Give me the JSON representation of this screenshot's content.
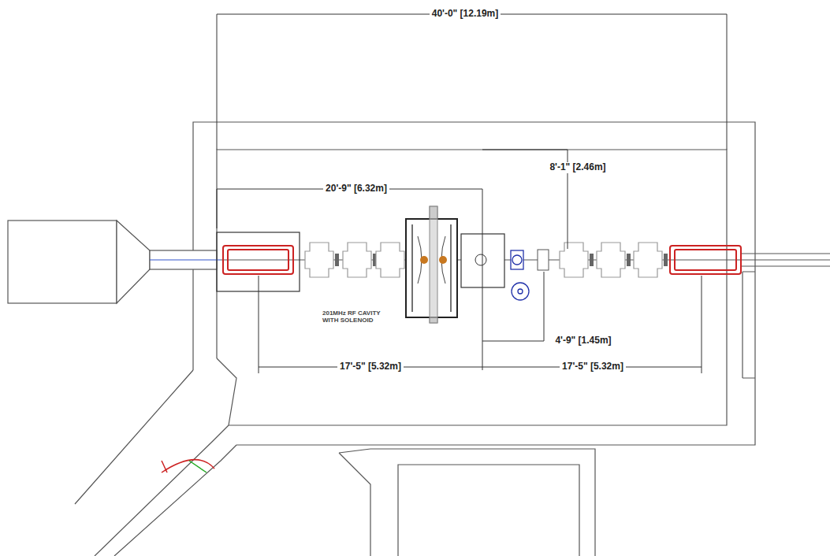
{
  "diagram": {
    "labels": [
      "40'-0\" [12.19m]",
      "8'-1\" [2.46m]",
      "20'-9\" [6.32m]",
      "201MHz RF CAVITY WITH SOLENOID",
      "4'-9\" [1.45m]",
      "17'-5\" [5.32m]",
      "17'-5\" [5.32m]"
    ]
  }
}
